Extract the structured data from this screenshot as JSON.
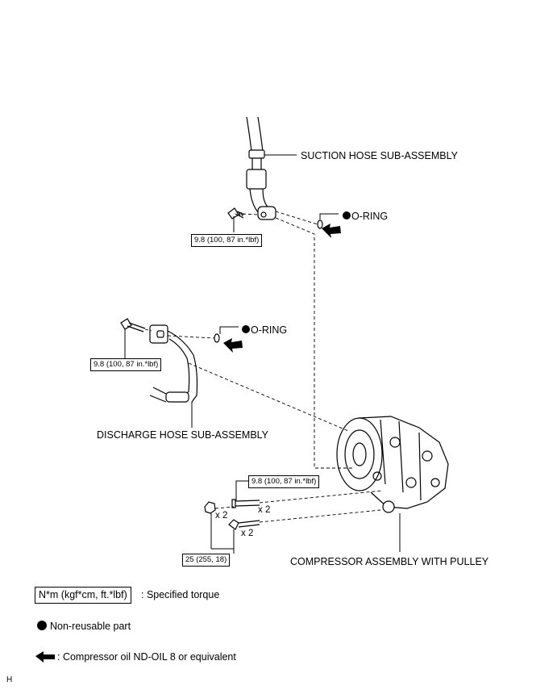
{
  "labels": {
    "suction_hose": "SUCTION HOSE SUB-ASSEMBLY",
    "o_ring_1": "O-RING",
    "o_ring_2": "O-RING",
    "discharge_hose": "DISCHARGE HOSE SUB-ASSEMBLY",
    "compressor": "COMPRESSOR ASSEMBLY WITH PULLEY"
  },
  "torques": {
    "suction_bolt": "9.8 (100, 87 in.*lbf)",
    "discharge_bolt": "9.8 (100, 87 in.*lbf)",
    "stud_bolt": "9.8 (100, 87 in.*lbf)",
    "nut_bolt": "25 (255, 18)"
  },
  "quantities": {
    "stud_qty": "x 2",
    "nut_qty": "x 2",
    "bolt_qty": "x 2"
  },
  "legend": {
    "torque_unit": "N*m (kgf*cm, ft.*lbf)",
    "torque_desc": ": Specified torque",
    "non_reusable": "Non-reusable part",
    "oil": ": Compressor oil ND-OIL 8 or equivalent"
  },
  "footer_code": "H"
}
